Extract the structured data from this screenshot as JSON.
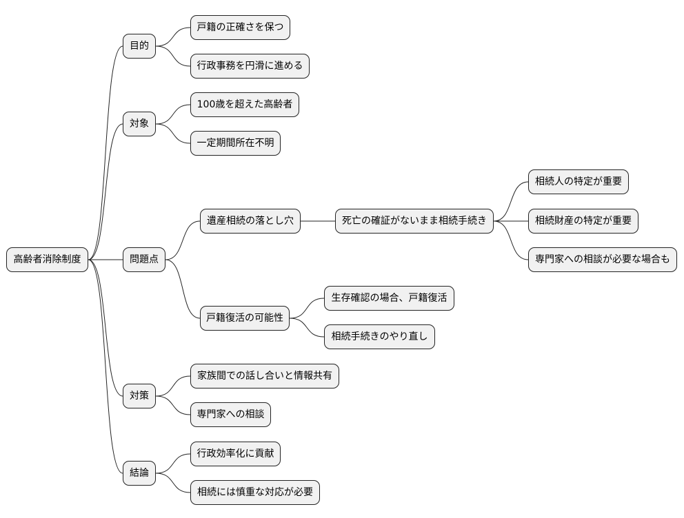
{
  "mindmap": {
    "root": "高齢者消除制度",
    "branches": [
      {
        "label": "目的",
        "children": [
          {
            "label": "戸籍の正確さを保つ"
          },
          {
            "label": "行政事務を円滑に進める"
          }
        ]
      },
      {
        "label": "対象",
        "children": [
          {
            "label": "100歳を超えた高齢者"
          },
          {
            "label": "一定期間所在不明"
          }
        ]
      },
      {
        "label": "問題点",
        "children": [
          {
            "label": "遺産相続の落とし穴",
            "children": [
              {
                "label": "死亡の確証がないまま相続手続き",
                "children": [
                  {
                    "label": "相続人の特定が重要"
                  },
                  {
                    "label": "相続財産の特定が重要"
                  },
                  {
                    "label": "専門家への相談が必要な場合も"
                  }
                ]
              }
            ]
          },
          {
            "label": "戸籍復活の可能性",
            "children": [
              {
                "label": "生存確認の場合、戸籍復活"
              },
              {
                "label": "相続手続きのやり直し"
              }
            ]
          }
        ]
      },
      {
        "label": "対策",
        "children": [
          {
            "label": "家族間での話し合いと情報共有"
          },
          {
            "label": "専門家への相談"
          }
        ]
      },
      {
        "label": "結論",
        "children": [
          {
            "label": "行政効率化に貢献"
          },
          {
            "label": "相続には慎重な対応が必要"
          }
        ]
      }
    ]
  }
}
